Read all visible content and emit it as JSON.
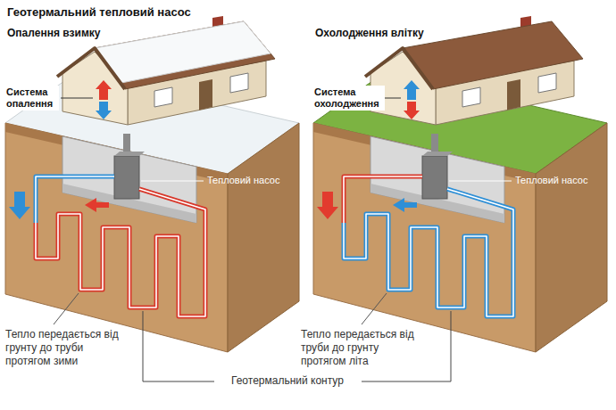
{
  "diagram": {
    "title": "Геотермальний тепловий насос",
    "labels": [
      "Опалення взимку",
      "Система опалення",
      "Тепловий насос",
      "Тепло передається від грунту до труби протягом зими",
      "Охолодження влітку",
      "Система охолодження",
      "Тепловий насос",
      "Тепло передається від труби до грунту протягом літа",
      "Геотермальний контур"
    ]
  }
}
